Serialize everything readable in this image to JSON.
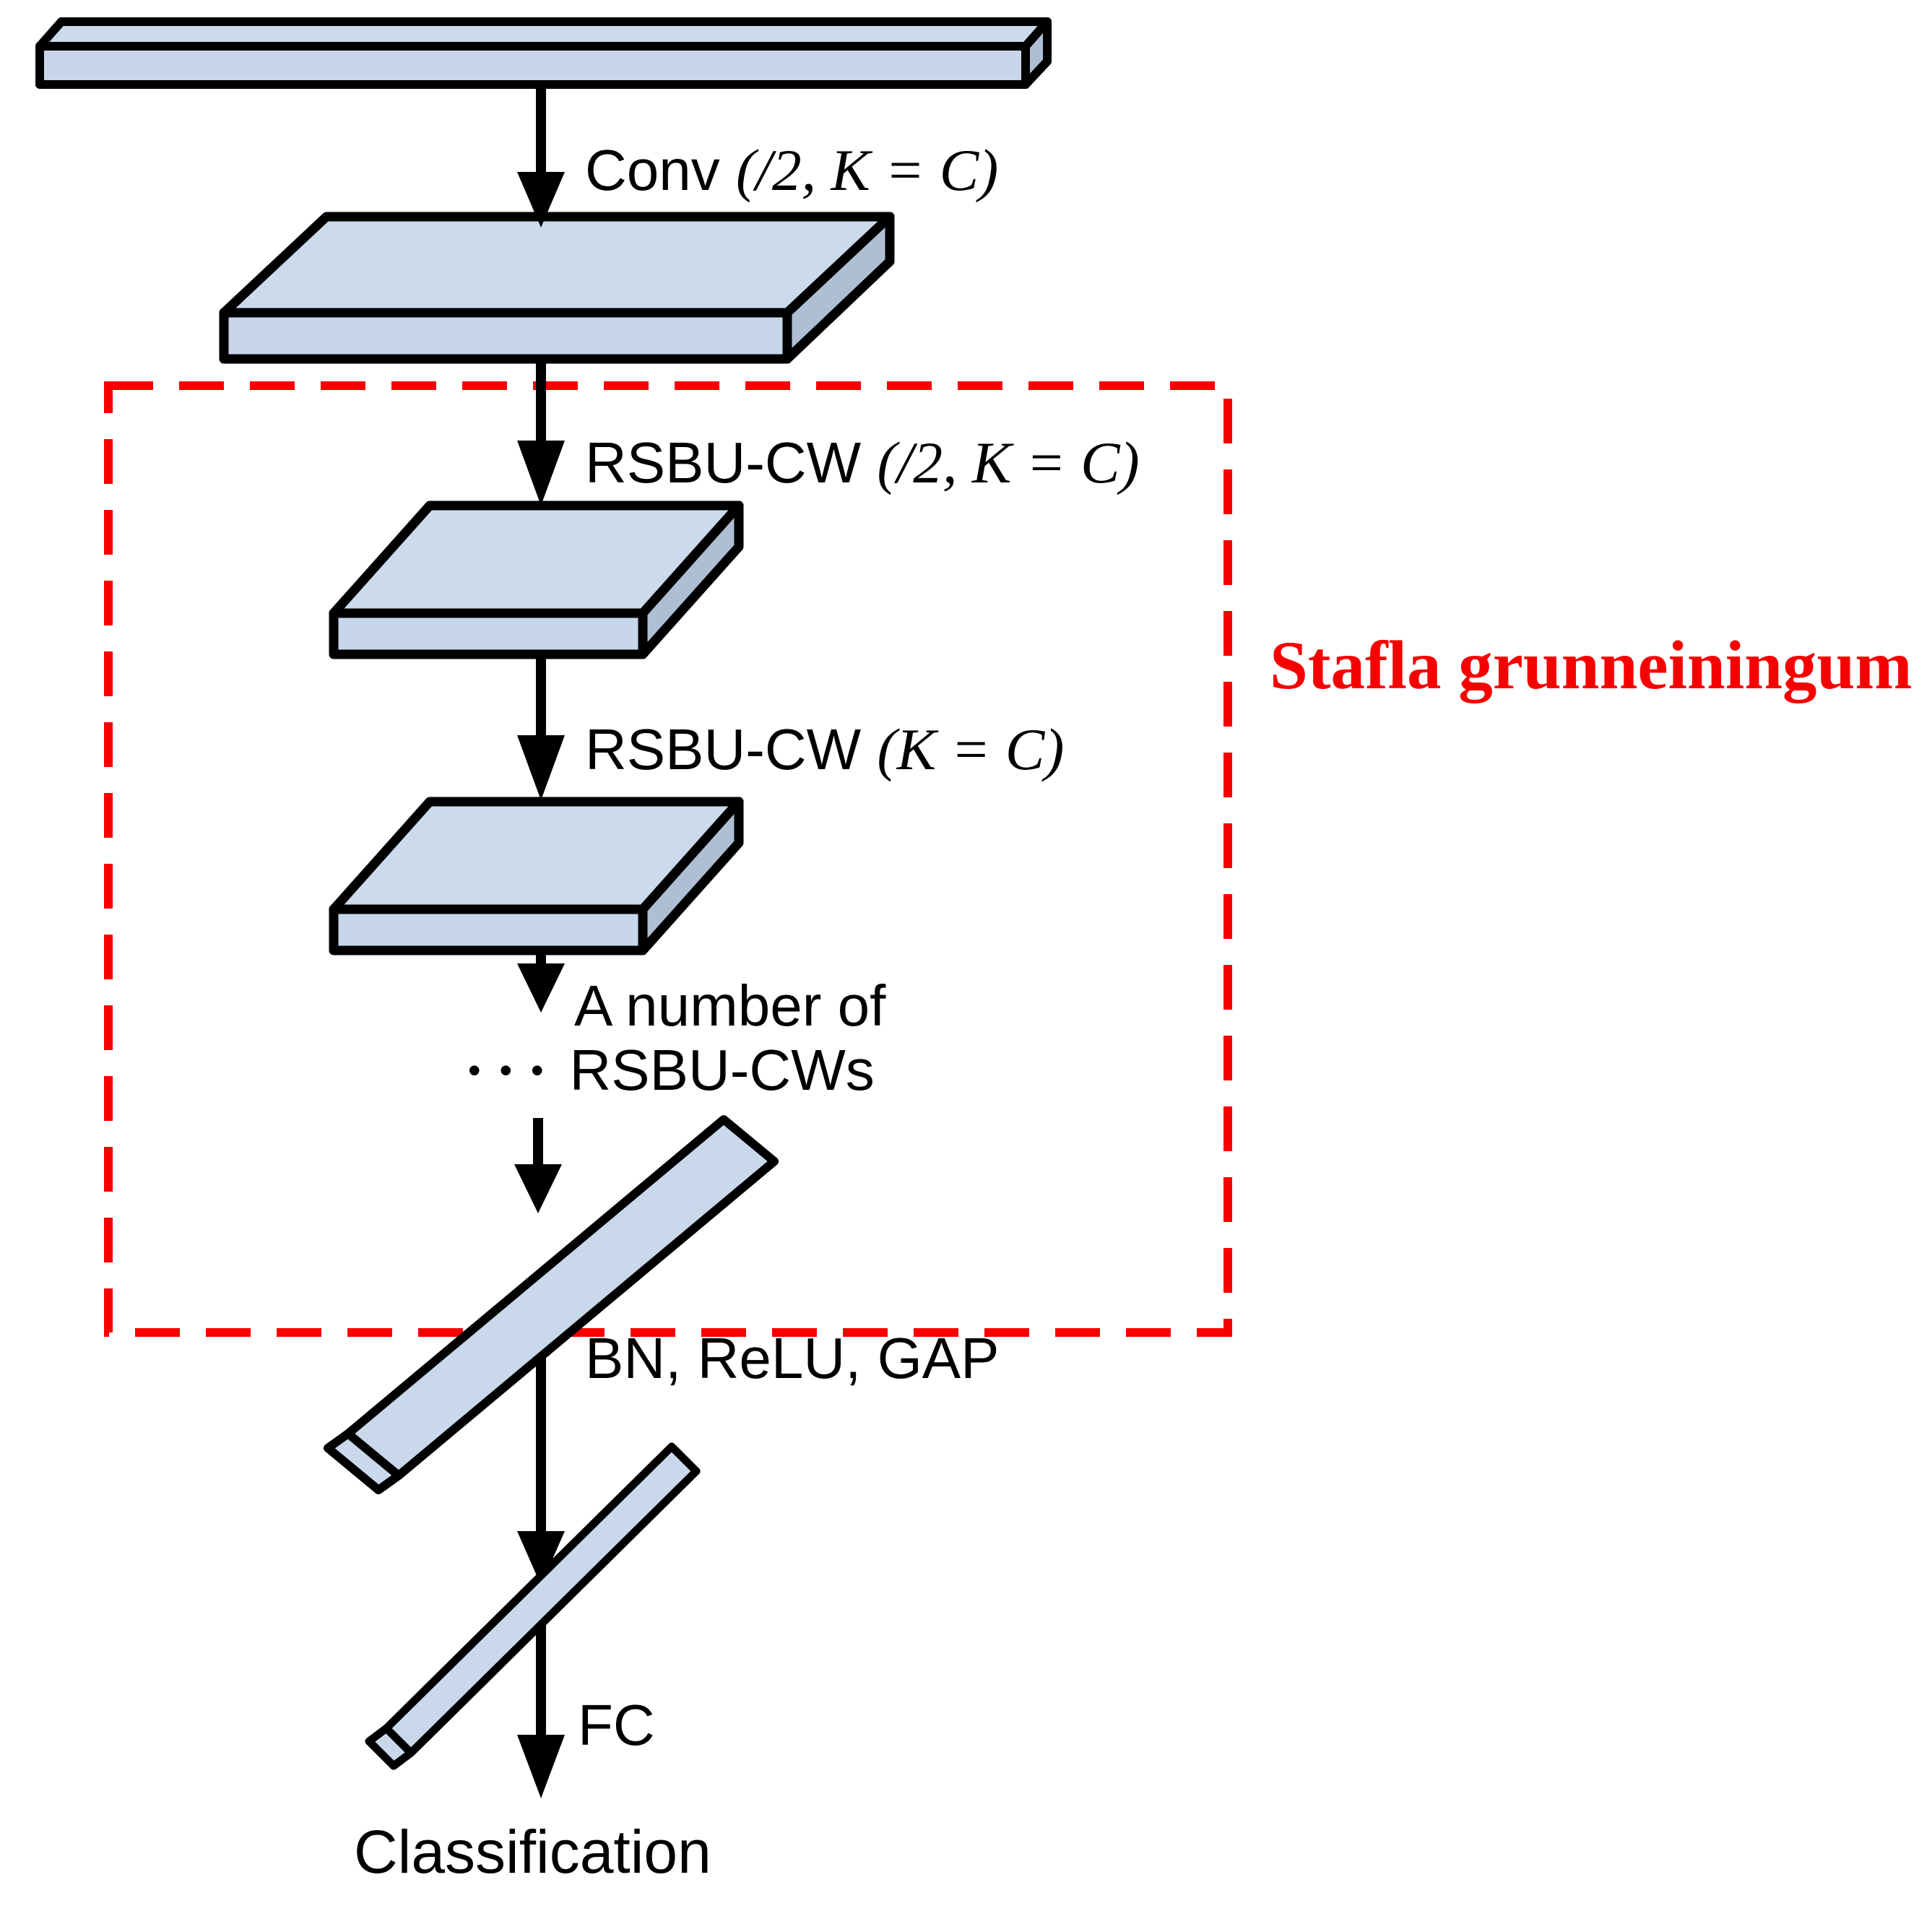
{
  "labels": {
    "conv": {
      "prefix": "Conv ",
      "math": "(/2, K = C)"
    },
    "rsbu_down": {
      "prefix": "RSBU-CW ",
      "math": "(/2, K = C)"
    },
    "rsbu_same": {
      "prefix": "RSBU-CW ",
      "math": "(K = C)"
    },
    "stack_more_line1": "A number of",
    "stack_more_dots": "•••",
    "stack_more_line2": "RSBU-CWs",
    "bn_relu_gap": "BN, ReLU, GAP",
    "fc": "FC",
    "classification": "Classification",
    "stack_caption": "Stafla grunneiningum"
  },
  "colors": {
    "box_face": "#c8d6ea",
    "box_top": "#ccdaec",
    "box_side": "#aebfd4",
    "bar_face": "#cad8ec",
    "bar_strip": "#a7b8cd",
    "outline": "#000000",
    "arrow": "#000000",
    "accent_red": "#f70000",
    "ink": "#000000"
  }
}
